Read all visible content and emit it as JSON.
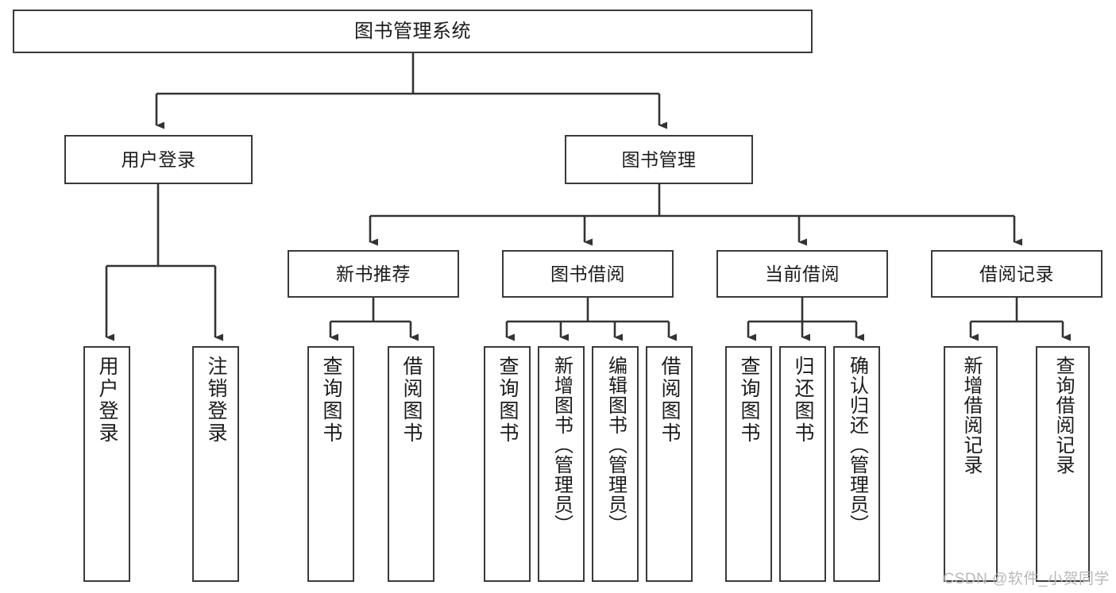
{
  "diagram": {
    "type": "tree-hierarchy-chart",
    "title": "图书管理系统",
    "orientation": "top-down",
    "colors": {
      "background": "#ffffff",
      "node_fill": "#ffffff",
      "node_border": "#3a3a3a",
      "edge": "#333333",
      "text": "#1b1b1b",
      "watermark": "#b9b9b9"
    },
    "nodes": {
      "root": {
        "label": "图书管理系统",
        "level": 0
      },
      "user_login": {
        "label": "用户登录",
        "level": 1
      },
      "book_manage": {
        "label": "图书管理",
        "level": 1
      },
      "new_book_rec": {
        "label": "新书推荐",
        "level": 2
      },
      "book_borrow": {
        "label": "图书借阅",
        "level": 2
      },
      "current_borrow": {
        "label": "当前借阅",
        "level": 2
      },
      "borrow_record": {
        "label": "借阅记录",
        "level": 2
      },
      "leaf_user_login": {
        "label": "用户登录",
        "level": 2
      },
      "leaf_logout": {
        "label": "注销登录",
        "level": 2
      },
      "leaf_query_book_1": {
        "label": "查询图书",
        "level": 3
      },
      "leaf_borrow_book_1": {
        "label": "借阅图书",
        "level": 3
      },
      "leaf_query_book_2": {
        "label": "查询图书",
        "level": 3
      },
      "leaf_add_book": {
        "label": "新增图书（管理员）",
        "level": 3
      },
      "leaf_edit_book": {
        "label": "编辑图书（管理员）",
        "level": 3
      },
      "leaf_borrow_book_2": {
        "label": "借阅图书",
        "level": 3
      },
      "leaf_query_book_3": {
        "label": "查询图书",
        "level": 3
      },
      "leaf_return_book": {
        "label": "归还图书",
        "level": 3
      },
      "leaf_confirm_return": {
        "label": "确认归还（管理员）",
        "level": 3
      },
      "leaf_add_record": {
        "label": "新增借阅记录",
        "level": 3
      },
      "leaf_query_record": {
        "label": "查询借阅记录",
        "level": 3
      }
    },
    "edges": [
      {
        "from": "root",
        "to": "user_login"
      },
      {
        "from": "root",
        "to": "book_manage"
      },
      {
        "from": "user_login",
        "to": "leaf_user_login"
      },
      {
        "from": "user_login",
        "to": "leaf_logout"
      },
      {
        "from": "book_manage",
        "to": "new_book_rec"
      },
      {
        "from": "book_manage",
        "to": "book_borrow"
      },
      {
        "from": "book_manage",
        "to": "current_borrow"
      },
      {
        "from": "book_manage",
        "to": "borrow_record"
      },
      {
        "from": "new_book_rec",
        "to": "leaf_query_book_1"
      },
      {
        "from": "new_book_rec",
        "to": "leaf_borrow_book_1"
      },
      {
        "from": "book_borrow",
        "to": "leaf_query_book_2"
      },
      {
        "from": "book_borrow",
        "to": "leaf_add_book"
      },
      {
        "from": "book_borrow",
        "to": "leaf_edit_book"
      },
      {
        "from": "book_borrow",
        "to": "leaf_borrow_book_2"
      },
      {
        "from": "current_borrow",
        "to": "leaf_query_book_3"
      },
      {
        "from": "current_borrow",
        "to": "leaf_return_book"
      },
      {
        "from": "current_borrow",
        "to": "leaf_confirm_return"
      },
      {
        "from": "borrow_record",
        "to": "leaf_add_record"
      },
      {
        "from": "borrow_record",
        "to": "leaf_query_record"
      }
    ]
  },
  "watermark": {
    "text": "CSDN @软件_小贺同学"
  }
}
